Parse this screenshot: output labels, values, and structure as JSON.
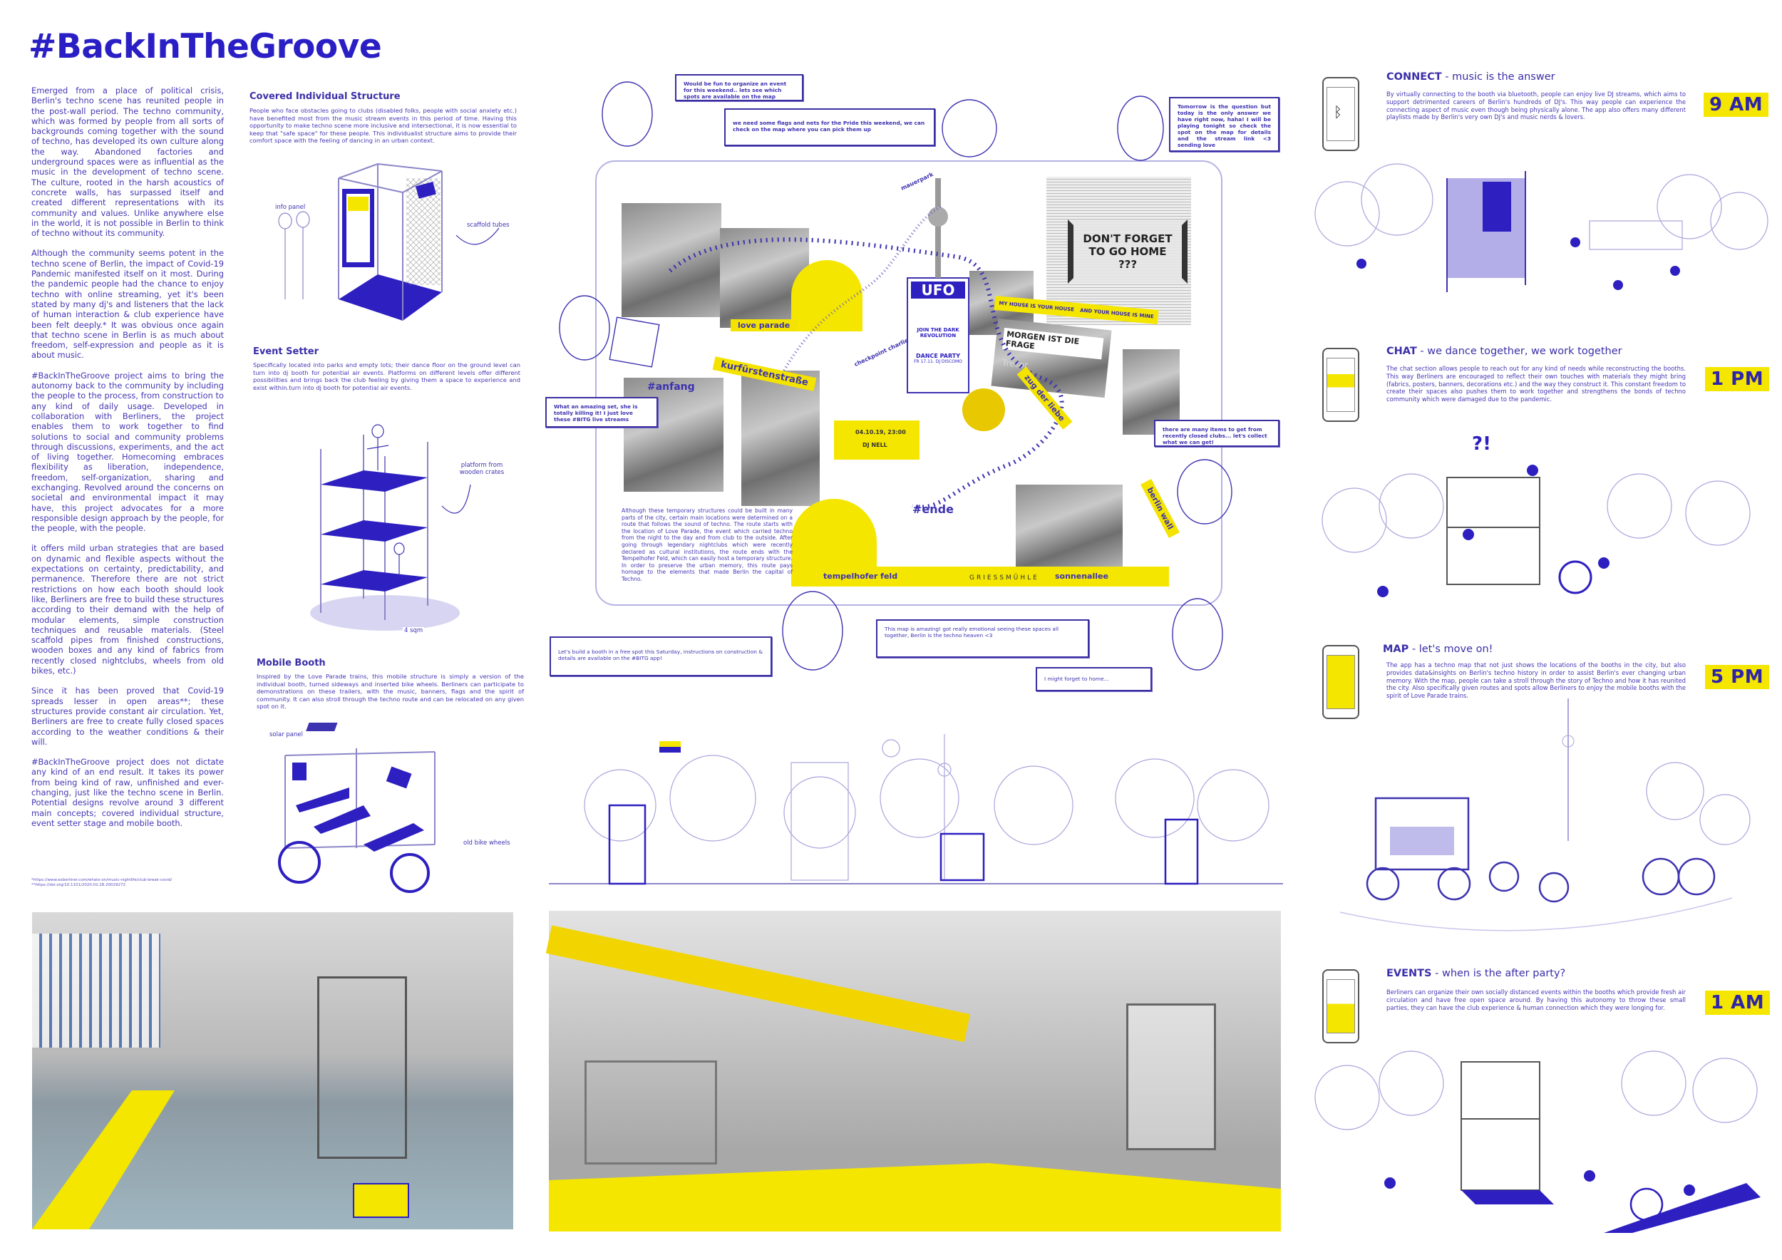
{
  "title": "#BackInTheGroove",
  "intro": {
    "paragraphs": [
      "Emerged from a place of political crisis, Berlin's techno scene has reunited people in the post-wall period. The techno community, which was formed by people from all sorts of backgrounds coming together with the sound of techno, has developed its own culture along the way. Abandoned factories and underground spaces were as influential as the music in the development of techno scene. The culture, rooted in the harsh acoustics of concrete walls, has surpassed itself and created different representations with its community and values. Unlike anywhere else in the world, it is not possible in Berlin to think of techno without its community.",
      "Although the community seems potent in the techno scene of Berlin, the impact of Covid-19 Pandemic manifested itself on it most. During the pandemic people had the chance to enjoy techno with online streaming, yet it's been stated by many dj's and listeners that the lack of human interaction & club experience have been felt deeply.* It was obvious once again that techno scene in Berlin is as much about freedom, self-expression and people as it is about music.",
      "#BackInTheGroove project aims to bring the autonomy back to the community by including the people to the process, from construction to any kind of daily usage. Developed in collaboration with Berliners, the project enables them to work together to find solutions to social and community problems through discussions, experiments, and the act of living together. Homecoming embraces flexibility as liberation, independence, freedom, self-organization, sharing and exchanging. Revolved around the concerns on societal and environmental impact it may have, this project advocates for a more responsible design approach by the people, for the people, with the people.",
      "it offers mild urban strategies that are based on dynamic and flexible aspects without the expectations on certainty, predictability, and permanence. Therefore there are not strict restrictions on how each booth should look like, Berliners are free to build these structures according to their demand with the help of modular elements, simple construction techniques and reusable materials. (Steel scaffold pipes from finished constructions, wooden boxes and any kind of fabrics from recently closed nightclubs, wheels from old bikes, etc.)",
      "Since it has been proved that Covid-19 spreads lesser in open areas**; these structures provide constant air circulation. Yet, Berliners are free to create fully closed spaces according to the weather conditions & their will.",
      "#BackInTheGroove project does not dictate any kind of an end result. It takes its power from being kind of raw, unfinished and ever-changing, just like the techno scene in Berlin. Potential designs revolve around 3 different main concepts; covered individual structure, event setter stage and mobile booth."
    ],
    "footnotes": [
      "*https://www.exberliner.com/whats-on/music-nightlife/club-break-covid/",
      "**https://doi.org/10.1101/2020.02.28.20029272"
    ]
  },
  "concepts": {
    "covered": {
      "heading": "Covered Individual Structure",
      "body": "People who face obstacles going to clubs (disabled folks, people with social anxiety etc.) have benefited most from the music stream events in this period of time. Having this opportunity to make techno scene more inclusive and intersectional, it is now essential to keep that \"safe space\" for these people. This individualist structure aims to provide their comfort space with the feeling of dancing in an urban context.",
      "labels": [
        "info panel",
        "scaffold tubes"
      ]
    },
    "event_setter": {
      "heading": "Event Setter",
      "body": "Specifically located into parks and empty lots; their dance floor on the ground level can turn into dj booth for potential air events. Platforms on different levels offer different possibilities and brings back the club feeling by giving them a space to experience and exist within.turn into dj booth for potential air events.",
      "labels": [
        "platform from wooden crates",
        "4 sqm"
      ]
    },
    "mobile": {
      "heading": "Mobile Booth",
      "body": "Inspired by the Love Parade trains, this mobile structure is simply a version of the individual booth, turned sideways and inserted bike wheels. Berliners can participate to demonstrations on these trailers, with the music, banners, flags and the spirit of community. It can also stroll through the techno route and can be relocated on any given spot on it.",
      "labels": [
        "solar panel",
        "old bike wheels"
      ]
    }
  },
  "map": {
    "bubbles": [
      "Would be fun to organize an event for this weekend.. lets see which spots are available on the map",
      "we need some flags and nets for the Pride this weekend, we can check on the map where you can pick them up",
      "Tomorrow is the question but today is the only answer we have right now, haha! I will be playing tonight so check the spot on the map for details and the stream link <3 sending love",
      "What an amazing set, she is totally killing it! I just love these #BITG live streams",
      "there are many items to get from recently closed clubs... let's collect what we can get!",
      "Let's build a booth in a free spot this Saturday, instructions on construction & details are available on the #BITG app!",
      "This map is amazing! got really emotional seeing these spaces all together, Berlin is the techno heaven <3",
      "I might forget to home..."
    ],
    "route_text": "Although these temporary structures could be built in many parts of the city, certain main locations were determined on a route that follows the sound of techno. The route starts with the location of Love Parade, the event which carried techno from the night to the day and from club to the outside. After going through legendary nightclubs which were recently declared as cultural institutions, the route ends with the Tempelhofer Feld, which can easily host a temporary structure. In order to preserve the urban memory, this route pays homage to the elements that made Berlin the capital of Techno.",
    "places": {
      "love_parade": "love parade",
      "kurfuerstenstrasse": "kurfürstenstraße",
      "anfang": "#anfang",
      "ende": "#ende",
      "checkpoint_charlie": "checkpoint charlie",
      "mauerpark": "mauerpark",
      "zug_der_liebe": "zug der liebe",
      "tempelhofer_feld": "tempelhofer feld",
      "griessmuehle": "GRIESSMÜHLE",
      "sonnenallee": "sonnenallee",
      "berlin_wall": "berlin wall"
    },
    "collage": {
      "ufo_title": "UFO",
      "ufo_sub": "JOIN THE DARK REVOLUTION",
      "ufo_party": "DANCE PARTY",
      "ufo_date": "FR 17.11. DJ DISCOMO",
      "newspaper": "DON'T FORGET TO GO HOME ???",
      "morgen": "MORGEN IST DIE FRAGE",
      "house_left": "MY HOUSE IS YOUR HOUSE",
      "house_right": "AND YOUR HOUSE IS MINE",
      "ticket_date": "04.10.19, 23:00",
      "ticket_dj": "DJ NELL",
      "tresor": "Tresor"
    }
  },
  "app": {
    "sections": [
      {
        "name": "CONNECT",
        "subtitle": " - music is the answer",
        "time": "9 AM",
        "body": "By virtually connecting to the booth via bluetooth, people can enjoy live DJ streams, which aims to support detrimented careers of Berlin's hundreds of DJ's. This way people can experience the connecting aspect of music even though being physically alone. The app also offers many different playlists made by Berlin's very own DJ's and music nerds & lovers."
      },
      {
        "name": "CHAT",
        "subtitle": " - we dance together, we work together",
        "time": "1 PM",
        "body": "The chat section allows people to reach out for any kind of needs while reconstructing the booths. This way Berliners are encouraged to reflect their own touches with materials they might bring (fabrics, posters, banners, decorations etc.) and the way they construct it. This constant freedom to create their spaces also pushes them to work together and strengthens the bonds of techno community which were damaged due to the pandemic."
      },
      {
        "name": "MAP",
        "subtitle": " - let's move on!",
        "time": "5 PM",
        "body": "The app has a techno map that not just shows the locations of the booths in the city, but also provides data&insights on Berlin's techno history in order to assist Berlin's ever changing urban memory. With the map, people can take a stroll through the story of Techno and how it has reunited the city. Also specifically given routes and spots allow Berliners to enjoy the mobile booths with the spirit of Love Parade trains."
      },
      {
        "name": "EVENTS",
        "subtitle": " - when is the after party?",
        "time": "1 AM",
        "body": "Berliners can organize their own socially distanced events within the booths which provide fresh air circulation and have free open space around. By having this autonomy to throw these small parties, they can have the club experience & human connection which they were longing for."
      }
    ],
    "chat_exclaim": "?!"
  },
  "colors": {
    "accent": "#2a1fc4",
    "yellow": "#f5e600",
    "line": "#b6b2e4"
  }
}
